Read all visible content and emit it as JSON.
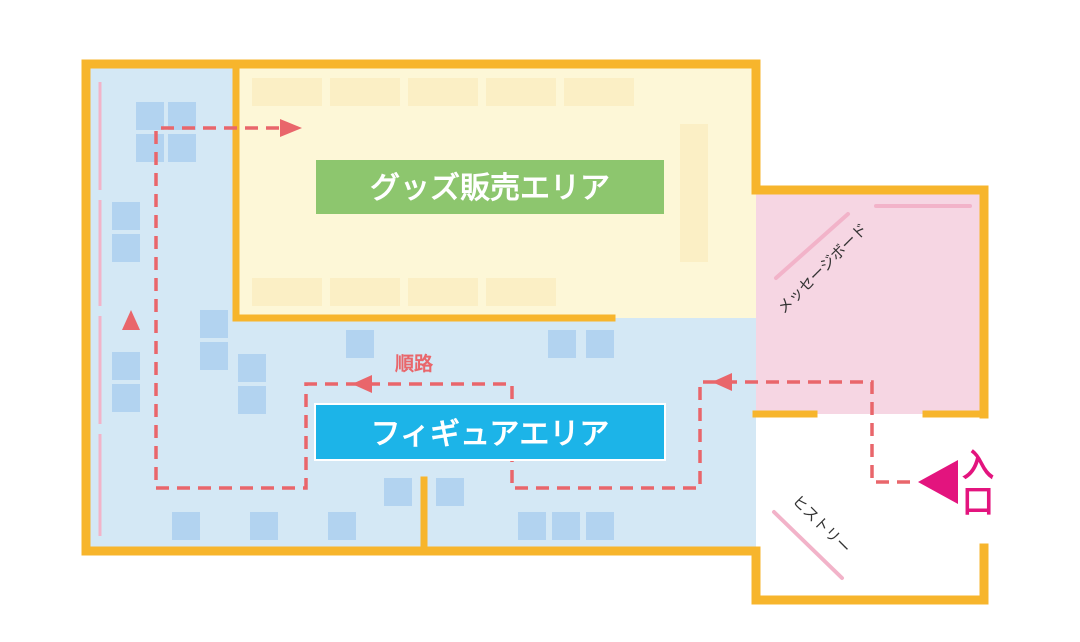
{
  "map": {
    "areas": {
      "goods": {
        "label": "グッズ販売エリア",
        "label_color": "#8dc66e",
        "fill": "#fdf7d7"
      },
      "figure": {
        "label": "フィギュアエリア",
        "label_color": "#1cb4e8",
        "fill": "#d4e8f5"
      },
      "entrance_hall": {
        "fill": "#f6d6e3"
      }
    },
    "route_label": "順路",
    "entrance_label_1": "入",
    "entrance_label_2": "口",
    "message_board_label": "メッセージボード",
    "history_label": "ヒストリー",
    "colors": {
      "wall": "#f7b52c",
      "route": "#e9666b",
      "entrance_arrow": "#e3147e",
      "display_blue": "#b2d3f0",
      "display_yellow": "#fbefc5",
      "panel_pink": "#f2b3c9"
    }
  }
}
